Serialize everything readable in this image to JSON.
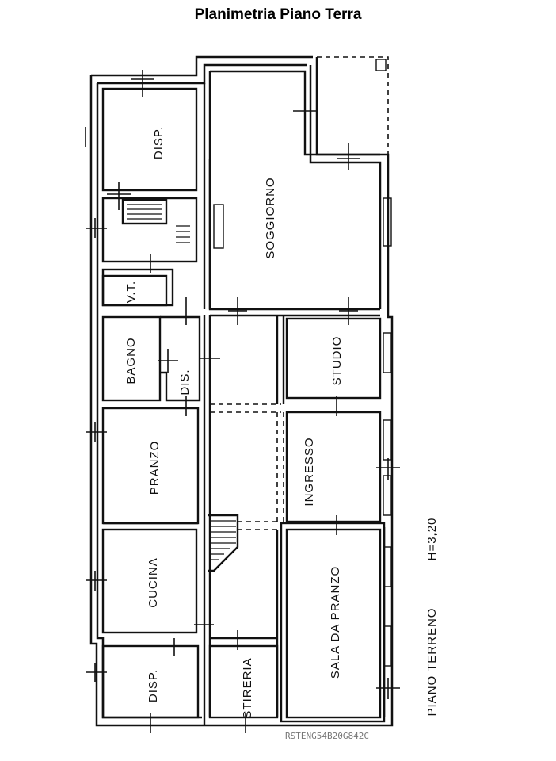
{
  "header": {
    "title": "Planimetria Piano Terra"
  },
  "rooms": {
    "disp_top": "DISP.",
    "soggiorno": "SOGGIORNO",
    "vt": "V.T.",
    "bagno": "BAGNO",
    "dis": "DIS.",
    "studio": "STUDIO",
    "pranzo": "PRANZO",
    "ingresso": "INGRESSO",
    "cucina": "CUCINA",
    "sala_da_pranzo": "SALA DA PRANZO",
    "disp_bottom": "DISP.",
    "stireria": "STIRERIA"
  },
  "caption": {
    "floor": "PIANO TERRENO",
    "height": "H=3,20"
  },
  "scan_noise_text": "RSTENG54B20G842C"
}
